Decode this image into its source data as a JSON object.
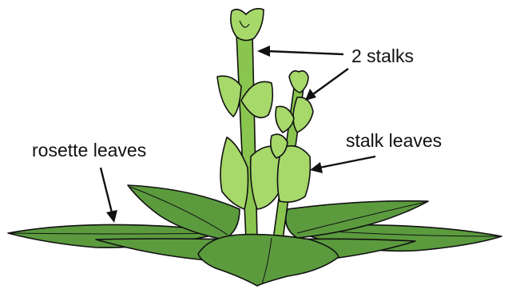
{
  "labels": {
    "stalks": "2 stalks",
    "stalk_leaves": "stalk leaves",
    "rosette_leaves": "rosette leaves"
  },
  "colors": {
    "rosette_leaf": "#5b9b3e",
    "rosette_leaf_mid": "#4f8a34",
    "stalk": "#8ac64f",
    "stalk_leaf": "#a6d86a",
    "outline": "#111111"
  }
}
